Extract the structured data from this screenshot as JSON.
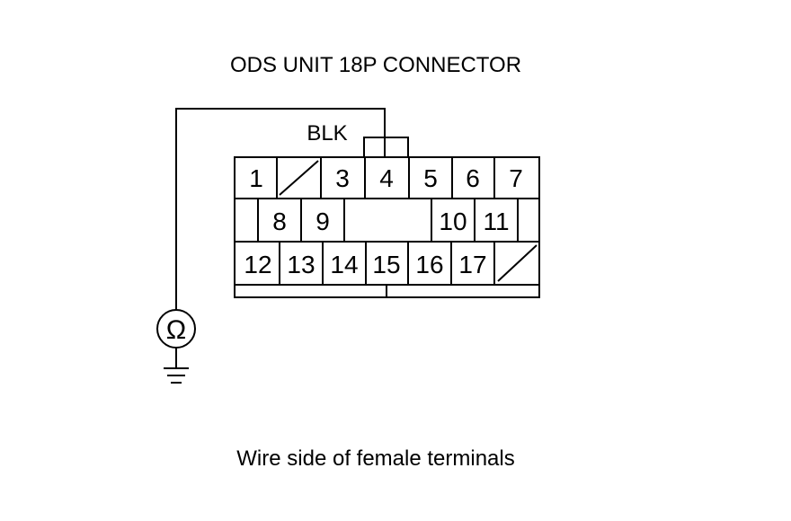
{
  "title": "ODS UNIT 18P CONNECTOR",
  "wire_color": "BLK",
  "meter_symbol": "Ω",
  "caption": "Wire side of female terminals",
  "terminals": {
    "row1": [
      "1",
      "3",
      "4",
      "5",
      "6",
      "7"
    ],
    "row2": [
      "8",
      "9",
      "10",
      "11"
    ],
    "row3": [
      "12",
      "13",
      "14",
      "15",
      "16",
      "17"
    ]
  },
  "probed_terminal": "4",
  "icons": [
    "ohmmeter-icon",
    "ground-icon"
  ]
}
